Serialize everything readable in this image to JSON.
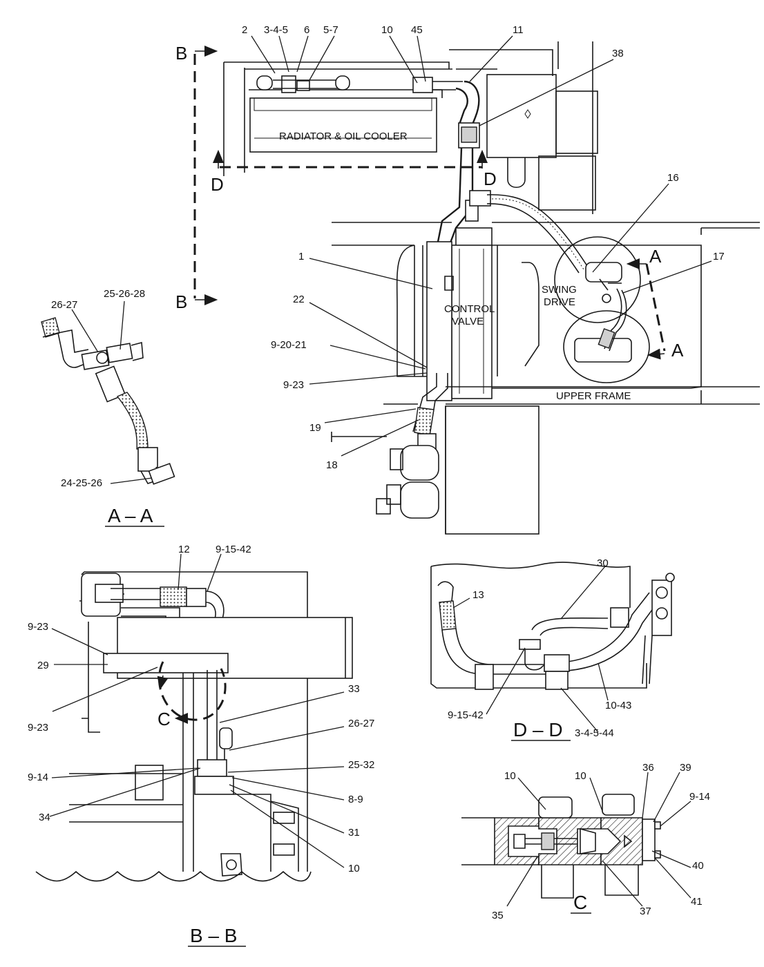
{
  "diagram": {
    "view_markers": {
      "b_top": "B",
      "b_bottom": "B",
      "d_left": "D",
      "d_right": "D",
      "a_top": "A",
      "a_bottom": "A",
      "c_arrow": "C"
    },
    "main_view": {
      "inline_labels": {
        "radiator": "RADIATOR & OIL COOLER",
        "swing_drive_line1": "SWING",
        "swing_drive_line2": "DRIVE",
        "control_valve_line1": "CONTROL",
        "control_valve_line2": "VALVE",
        "upper_frame": "UPPER FRAME"
      },
      "callouts": [
        "2",
        "3-4-5",
        "6",
        "5-7",
        "10",
        "45",
        "11",
        "38",
        "16",
        "17",
        "1",
        "22",
        "9-20-21",
        "9-23",
        "19",
        "18"
      ]
    },
    "section_a": {
      "title": "A – A",
      "callouts": [
        "25-26-28",
        "26-27",
        "24-25-26"
      ]
    },
    "section_b": {
      "title": "B – B",
      "callouts": [
        "12",
        "9-15-42",
        "9-23",
        "29",
        "9-23",
        "33",
        "26-27",
        "25-32",
        "9-14",
        "8-9",
        "34",
        "31",
        "10"
      ]
    },
    "section_d": {
      "title": "D – D",
      "callouts": [
        "30",
        "13",
        "9-15-42",
        "10-43",
        "3-4-5-44"
      ]
    },
    "section_c": {
      "title": "C",
      "callouts": [
        "10",
        "10",
        "36",
        "39",
        "9-14",
        "40",
        "41",
        "35",
        "37"
      ]
    }
  }
}
